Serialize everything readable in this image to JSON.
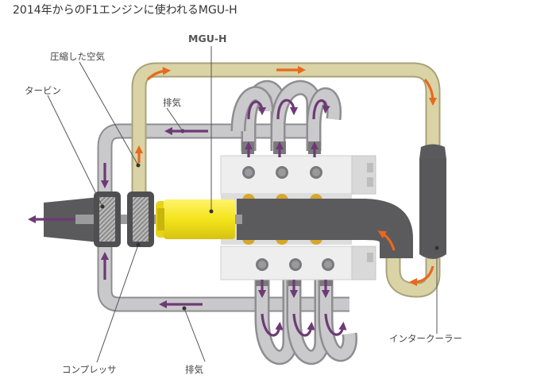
{
  "title": "2014年からのF1エンジンに使われるMGU-H",
  "labels": {
    "mguh": "MGU-H",
    "compressed_air": "圧縮した空気",
    "turbine": "タービン",
    "exhaust_upper": "排気",
    "exhaust_lower": "排気",
    "compressor": "コンプレッサ",
    "intercooler": "インタークーラー"
  },
  "colors": {
    "exhaust_pipe": "#c4c4c6",
    "intake_pipe": "#d9d2a4",
    "engine_block": "#ececec",
    "mguh_unit": "#f2e21c",
    "turbo_housing": "#4f4f51",
    "exhaust_arrow": "#6e3a76",
    "intake_arrow": "#e8691e",
    "intercooler": "#5a5a5c"
  }
}
